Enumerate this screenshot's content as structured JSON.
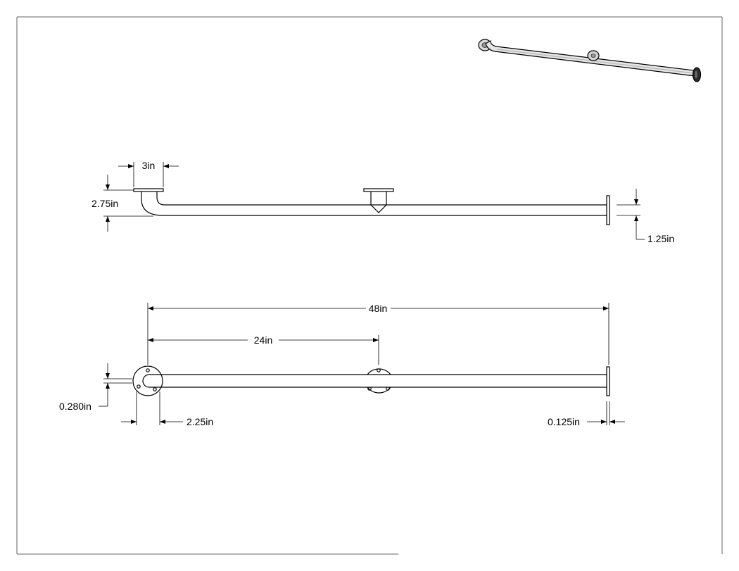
{
  "drawing": {
    "title": "",
    "views": [
      "isometric",
      "top",
      "front"
    ]
  },
  "dimensions": {
    "offset_width": "3in",
    "offset_height": "2.75in",
    "tube_diameter": "1.25in",
    "overall_length": "48in",
    "center_spacing": "24in",
    "hole_diameter": "0.280in",
    "flange_diameter": "2.25in",
    "end_plate_thickness": "0.125in"
  },
  "colors": {
    "line": "#000000",
    "border": "#666666",
    "background": "#ffffff"
  }
}
